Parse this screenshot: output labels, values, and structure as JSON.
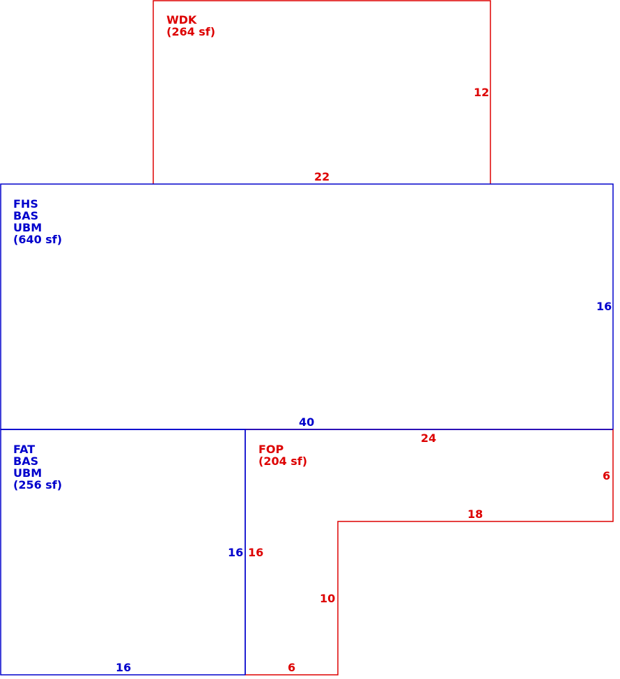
{
  "colors": {
    "living_area": "#0000cc",
    "exterior_area": "#dd0000",
    "background": "#ffffff"
  },
  "areas": {
    "wdk": {
      "codes": [
        "WDK"
      ],
      "area": "(264 sf)",
      "dims": {
        "side": "12",
        "base": "22"
      }
    },
    "fhs": {
      "codes": [
        "FHS",
        "BAS",
        "UBM"
      ],
      "area": "(640 sf)",
      "dims": {
        "side": "16",
        "base": "40"
      }
    },
    "fat": {
      "codes": [
        "FAT",
        "BAS",
        "UBM"
      ],
      "area": "(256 sf)",
      "dims": {
        "side": "16",
        "base": "16"
      }
    },
    "fop": {
      "codes": [
        "FOP"
      ],
      "area": "(204 sf)",
      "dims": {
        "top": "24",
        "right": "6",
        "step": "18",
        "inner": "10",
        "bottom": "6",
        "left": "16"
      }
    }
  }
}
